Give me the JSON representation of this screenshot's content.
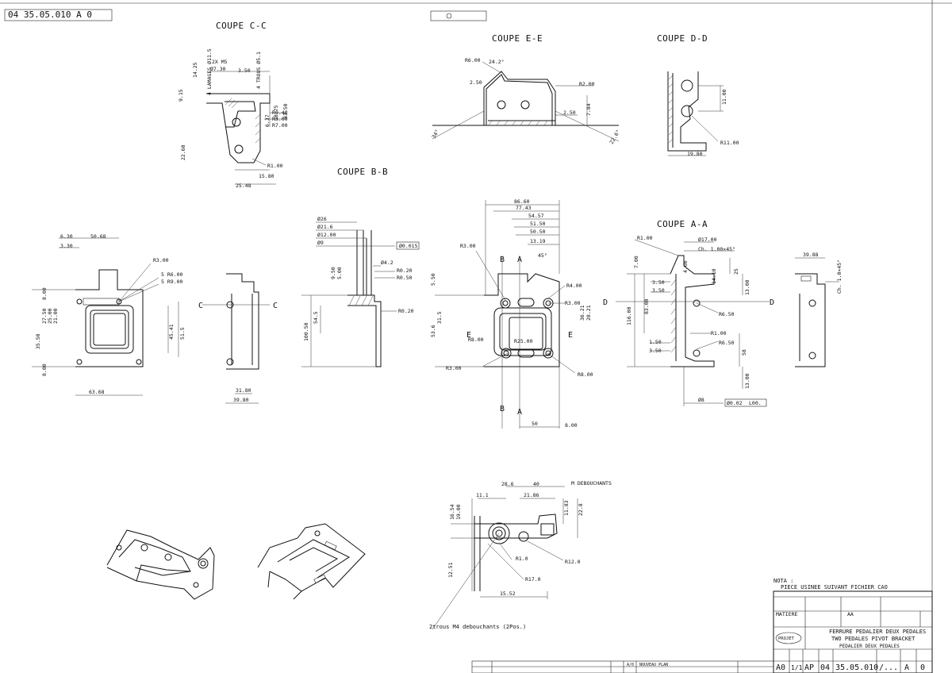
{
  "drawing": {
    "doc_number_corner": "04 35.05.010 A 0",
    "views": {
      "coupe_cc": "COUPE C-C",
      "coupe_ee": "COUPE E-E",
      "coupe_dd": "COUPE D-D",
      "coupe_bb": "COUPE B-B",
      "coupe_aa": "COUPE A-A"
    },
    "section_marks": {
      "c": "C",
      "d": "D",
      "b": "B",
      "a": "A",
      "e": "E"
    },
    "dims_cc": [
      "4 LAMAGES Ø11.5",
      "2X M5",
      "Ø7.30",
      "3.50",
      "4 TROUS Ø5.1",
      "14.25",
      "9.15",
      "R0.40",
      "R3.00",
      "R7.00",
      "18.75",
      "33.50",
      "6.37",
      "22.60",
      "R1.00",
      "15.80",
      "25.48"
    ],
    "dims_ee": [
      "R6.00",
      "24.2°",
      "2.50",
      "R2.00",
      "2.50",
      "7.84",
      "34°",
      "22.6°"
    ],
    "dims_dd": [
      "11.00",
      "R11.00",
      "19.80"
    ],
    "dims_bb": [
      "Ø26",
      "Ø21.6",
      "Ø12.00",
      "Ø9",
      "0.015",
      "Ø4.2",
      "9.50",
      "5.00",
      "R0.20",
      "R0.50",
      "R0.20",
      "54.5",
      "100.50"
    ],
    "dims_front": [
      "6.30",
      "50.68",
      "3.30",
      "R3.00",
      "5 R6.00",
      "5 R9.00",
      "8.00",
      "27.50",
      "25.00",
      "21.00",
      "35.50",
      "45.41",
      "51.5",
      "8.00",
      "63.68"
    ],
    "dims_side": [
      "31.80",
      "39.80"
    ],
    "dims_main": [
      "86.60",
      "77.43",
      "54.57",
      "51.50",
      "50.50",
      "13.19",
      "45°",
      "R3.00",
      "R4.00",
      "R3.00",
      "R8.00",
      "R25.00",
      "R3.00",
      "R8.00",
      "5.50",
      "31.5",
      "53.6",
      "36.21",
      "28.21",
      "50",
      "8.00"
    ],
    "dims_aa": [
      "R1.00",
      "Ø17.00",
      "Ch. 1.00×45°",
      "7.00",
      "4.00",
      "14.10",
      "25",
      "3.50",
      "3.50",
      "83.00",
      "116.00",
      "R6.50",
      "R1.00",
      "R6.50",
      "1.50",
      "3.50",
      "13.00",
      "58",
      "13.00",
      "Ø8",
      "0.02",
      "L00."
    ],
    "dims_right": [
      "39.88",
      "Ch. 1.0×45°"
    ],
    "dims_bottom": [
      "M DEBOUCHANTS",
      "28.6",
      "40",
      "11.1",
      "21.86",
      "16.54",
      "19.00",
      "11.83",
      "22.8",
      "12.51",
      "R1.0",
      "R12.0",
      "R17.0",
      "15.52"
    ],
    "bottom_note": "2trous M4 debouchants (2Pos.)",
    "nota_label": "NOTA :",
    "nota_text": "PIECE USINEE SUIVANT FICHIER CAO"
  },
  "title_block": {
    "part_title": "FERRURE PEDALIER DEUX PEDALES",
    "part_title_en": "TWO PEDALES PIVOT BRACKET",
    "part_sub": "PEDALIER DEUX PEDALES",
    "doc_number": "35.05.010",
    "prefix": "AP",
    "folio": "04",
    "sheet": "1/1",
    "format": "A0",
    "revision": "A",
    "index": "0",
    "scale": "/...",
    "material_label": "MATIERE",
    "aa_label": "AA",
    "rev_label": "A/0",
    "rev_text": "NOUVEAU PLAN",
    "company": "PROJET"
  }
}
